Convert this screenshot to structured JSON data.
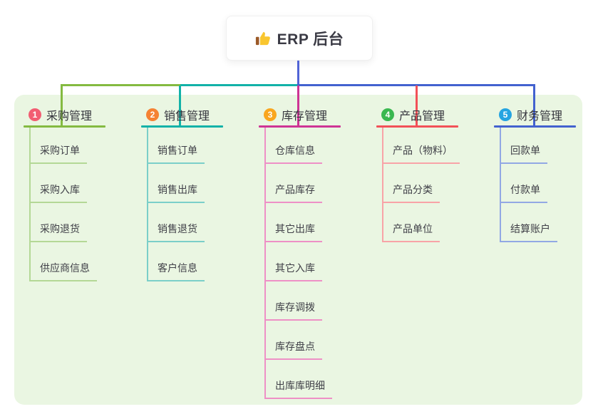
{
  "root": {
    "label": "ERP 后台",
    "icon": "thumbs-up-icon",
    "line_color": "#5164d6"
  },
  "panel_color": "#eaf6e2",
  "branches": [
    {
      "index": "1",
      "title": "采购管理",
      "badge_color": "#f25d72",
      "color": "#84ba41",
      "light_color": "#b4d896",
      "items": [
        "采购订单",
        "采购入库",
        "采购退货",
        "供应商信息"
      ]
    },
    {
      "index": "2",
      "title": "销售管理",
      "badge_color": "#f58233",
      "color": "#12b2a8",
      "light_color": "#7bcfc9",
      "items": [
        "销售订单",
        "销售出库",
        "销售退货",
        "客户信息"
      ]
    },
    {
      "index": "3",
      "title": "库存管理",
      "badge_color": "#f9a61f",
      "color": "#ce3495",
      "light_color": "#ee90c6",
      "items": [
        "仓库信息",
        "产品库存",
        "其它出库",
        "其它入库",
        "库存调拨",
        "库存盘点",
        "出库库明细"
      ]
    },
    {
      "index": "4",
      "title": "产品管理",
      "badge_color": "#3ab850",
      "color": "#f25158",
      "light_color": "#f8a3a7",
      "items": [
        "产品（物料）",
        "产品分类",
        "产品单位"
      ]
    },
    {
      "index": "5",
      "title": "财务管理",
      "badge_color": "#25a4e1",
      "color": "#4362cf",
      "light_color": "#92a8e4",
      "items": [
        "回款单",
        "付款单",
        "结算账户"
      ]
    }
  ]
}
